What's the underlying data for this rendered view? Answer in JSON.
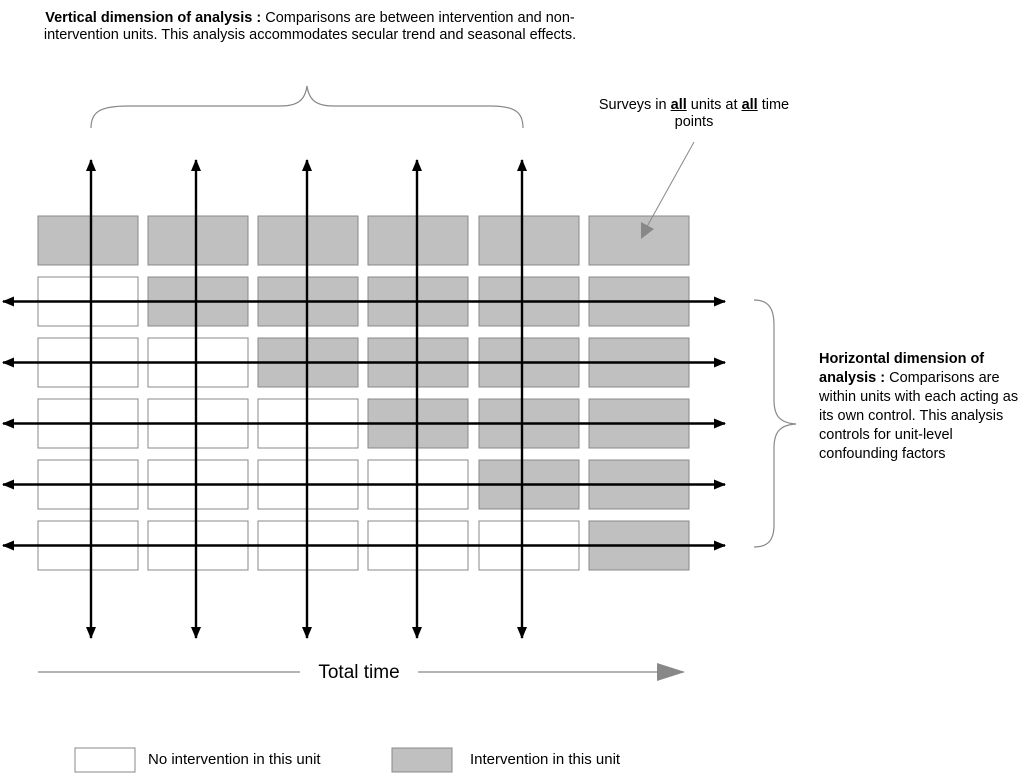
{
  "colors": {
    "intervention_fill": "#c0c0c0",
    "no_intervention_fill": "#ffffff",
    "cell_border": "#888888",
    "arrow": "#000000",
    "time_arrow": "#888888",
    "brace": "#888888"
  },
  "grid": {
    "columns": 6,
    "rows": 6,
    "intervention_pattern": [
      [
        1,
        1,
        1,
        1,
        1,
        1
      ],
      [
        0,
        1,
        1,
        1,
        1,
        1
      ],
      [
        0,
        0,
        1,
        1,
        1,
        1
      ],
      [
        0,
        0,
        0,
        1,
        1,
        1
      ],
      [
        0,
        0,
        0,
        0,
        1,
        1
      ],
      [
        0,
        0,
        0,
        0,
        0,
        1
      ]
    ],
    "vertical_arrow_count": 5,
    "horizontal_arrow_count": 5
  },
  "vertical_dimension": {
    "title": "Vertical dimension of analysis :",
    "body": " Comparisons are between intervention and non-intervention units. This analysis accommodates secular trend and seasonal effects."
  },
  "surveys_note": {
    "prefix": "Surveys in ",
    "emph1": "all",
    "mid": " units at ",
    "emph2": "all",
    "suffix": " time points"
  },
  "horizontal_dimension": {
    "title": "Horizontal dimension of analysis :",
    "body": " Comparisons are within units with each acting as its own control. This analysis controls for unit-level confounding factors"
  },
  "time_axis": {
    "label": "Total time"
  },
  "legend": {
    "no_intervention": "No intervention in this unit",
    "intervention": "Intervention in this unit"
  }
}
